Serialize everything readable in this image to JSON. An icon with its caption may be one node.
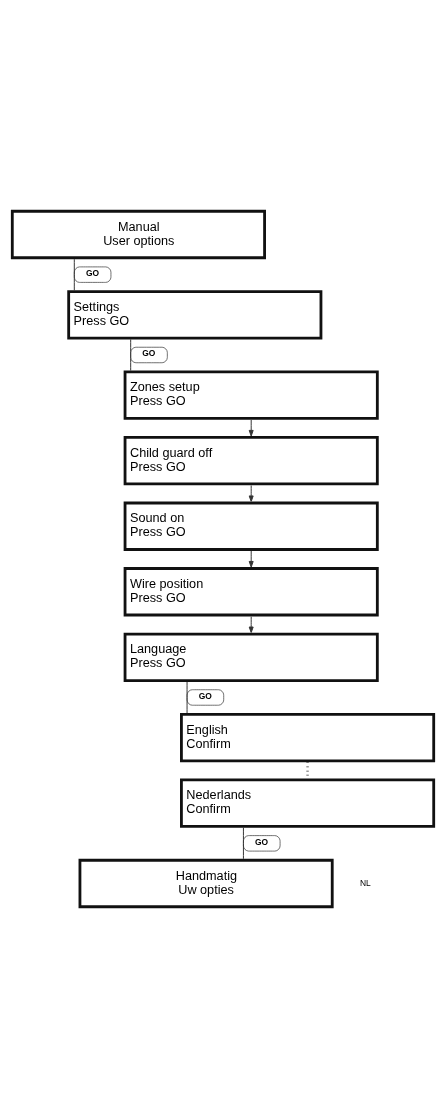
{
  "diagram": {
    "nodes": [
      {
        "text": [
          "Manual",
          "User options"
        ]
      },
      {
        "text": [
          "Settings",
          "Press GO"
        ]
      },
      {
        "text": [
          "Zones setup",
          "Press GO"
        ]
      },
      {
        "text": [
          "Child guard off",
          "Press GO"
        ]
      },
      {
        "text": [
          "Sound on",
          "Press GO"
        ]
      },
      {
        "text": [
          "Wire position",
          "Press GO"
        ]
      },
      {
        "text": [
          "Language",
          "Press GO"
        ]
      },
      {
        "text": [
          "English",
          "Confirm"
        ]
      },
      {
        "text": [
          "Nederlands",
          "Confirm"
        ]
      },
      {
        "text": [
          "Handmatig",
          "Uw opties"
        ]
      }
    ],
    "edges": [
      {
        "from": 0,
        "to": 1,
        "arrow": "none",
        "label": "GO"
      },
      {
        "from": 1,
        "to": 2,
        "arrow": "none",
        "label": "GO"
      },
      {
        "from": 2,
        "to": 3,
        "arrow": "to"
      },
      {
        "from": 3,
        "to": 4,
        "arrow": "to"
      },
      {
        "from": 4,
        "to": 5,
        "arrow": "to"
      },
      {
        "from": 5,
        "to": 6,
        "arrow": "to"
      },
      {
        "from": 6,
        "to": 7,
        "arrow": "none",
        "label": "GO"
      },
      {
        "from": 7,
        "to": 8,
        "arrow": "none",
        "style": "dashed"
      },
      {
        "from": 8,
        "to": 9,
        "arrow": "none",
        "label": "GO"
      }
    ],
    "labels": [
      "NL"
    ]
  }
}
